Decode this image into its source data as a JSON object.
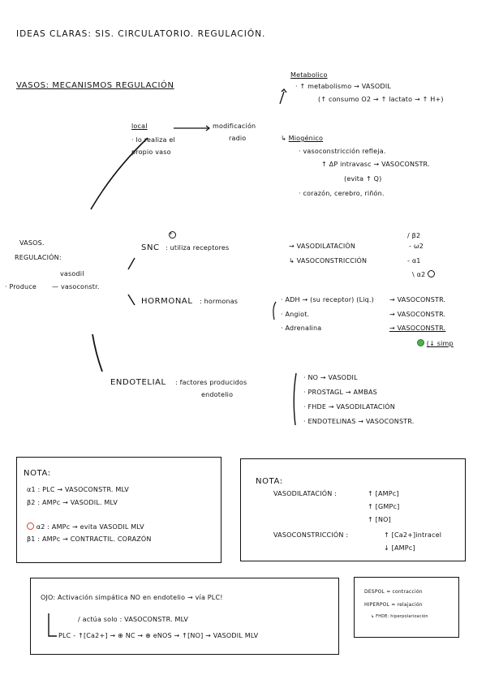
{
  "title": "IDEAS CLARAS: SIS. CIRCULATORIO. REGULACIÓN.",
  "section_heading": "VASOS: MECANISMOS REGULACIÓN",
  "metabolico": {
    "label": "Metabolico",
    "line1": "· ↑ metabolismo → VASODIL",
    "line2": "(↑ consumo O2 → ↑ lactato → ↑ H+)"
  },
  "local": {
    "label": "local",
    "desc1": "· lo realiza el",
    "desc2": "propio vaso",
    "arrow_target": "modificación",
    "arrow_target2": "radio"
  },
  "miogenico": {
    "label": "Miogénico",
    "line1": "· vasoconstricción refleja.",
    "line2": "↑ ΔP intravasc → VASOCONSTR.",
    "line3": "(evita ↑ Q)",
    "line4": "· corazón, cerebro, riñón."
  },
  "left_summary": {
    "line1": "VASOS.",
    "line2": "REGULACIÓN:",
    "line3": "vasodil",
    "line4": "· Produce",
    "line5": "vasoconstr."
  },
  "snc": {
    "label": "SNC",
    "desc": ": utiliza receptores",
    "vasodil": "VASODILATACIÓN",
    "vasodil_recv": "- ω2",
    "vasodil_top": "/ β2",
    "vasocons": "VASOCONSTRICCIÓN",
    "vasocons_recv": "- α1",
    "vasocons_bottom": "\\ α2",
    "sign": "+"
  },
  "hormonal": {
    "label": "HORMONAL",
    "desc": ": hormonas",
    "rows": [
      {
        "left": "· ADH → (su receptor) (Liq.)",
        "right": "→ VASOCONSTR."
      },
      {
        "left": "· Angiot.",
        "right": "→ VASOCONSTR."
      },
      {
        "left": "· Adrenalina",
        "right": "→ VASOCONSTR."
      }
    ],
    "note": "(↓ simp"
  },
  "endotelial": {
    "label": "ENDOTELIAL",
    "desc1": ": factores producidos",
    "desc2": "endotelio",
    "rows": [
      "· NO → VASODIL",
      "· PROSTAGL → AMBAS",
      "· FHDE → VASODILATACIÓN",
      "· ENDOTELINAS → VASOCONSTR."
    ]
  },
  "nota1": {
    "title": "NOTA:",
    "rows": [
      "α1 : PLC → VASOCONSTR. MLV",
      "β2 : AMPc → VASODIL. MLV",
      "α2 : AMPc → evita VASODIL MLV",
      "β1 : AMPc → CONTRACTIL. CORAZÓN"
    ]
  },
  "nota2": {
    "title": "NOTA:",
    "row1_label": "VASODILATACIÓN :",
    "row1_vals": [
      "↑ [AMPc]",
      "↑ [GMPc]",
      "↑ [NO]"
    ],
    "row2_label": "VASOCONSTRICCIÓN :",
    "row2_vals": [
      "↑ [Ca2+]intracel",
      "↓ [AMPc]"
    ]
  },
  "ojo": {
    "line1": "OJO: Activación simpática NO en endotelio → vía PLC!",
    "branch_top": "/ actúa solo : VASOCONSTR. MLV",
    "branch_bottom": "PLC - ↑[Ca2+] → ⊕ NC → ⊕ eNOS → ↑[NO] → VASODIL MLV"
  },
  "small_box": {
    "rows": [
      "DESPOL = contracción",
      "HIPERPOL = relajación",
      "↳ FHDE: hiperpolarización"
    ]
  }
}
